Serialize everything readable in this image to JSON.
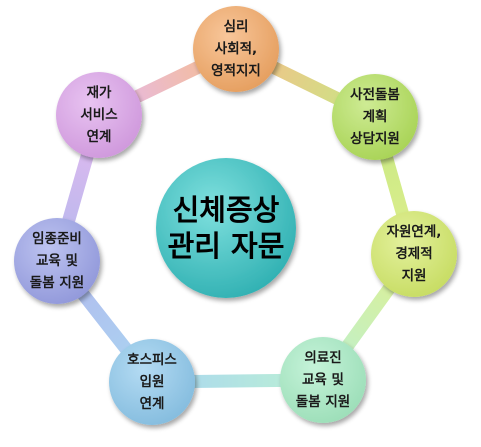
{
  "center": {
    "lines": [
      "신체증상",
      "관리 자문"
    ],
    "color": "#3fbdbd"
  },
  "ring_color": "#b8a6e0",
  "nodes": [
    {
      "lines": [
        "심리",
        "사회적,",
        "영적지지"
      ],
      "color": "#f4a864"
    },
    {
      "lines": [
        "사전돌봄",
        "계획",
        "상담지원"
      ],
      "color": "#b3e05a"
    },
    {
      "lines": [
        "자원연계,",
        "경제적",
        "지원"
      ],
      "color": "#d4ea68"
    },
    {
      "lines": [
        "의료진",
        "교육 및",
        "돌봄 지원"
      ],
      "color": "#a6ecc4"
    },
    {
      "lines": [
        "호스피스",
        "입원",
        "연계"
      ],
      "color": "#8cc8ec"
    },
    {
      "lines": [
        "임종준비",
        "교육 및",
        "돌봄 지원"
      ],
      "color": "#9aa2e8"
    },
    {
      "lines": [
        "재가",
        "서비스",
        "연계"
      ],
      "color": "#dca2ea"
    }
  ]
}
